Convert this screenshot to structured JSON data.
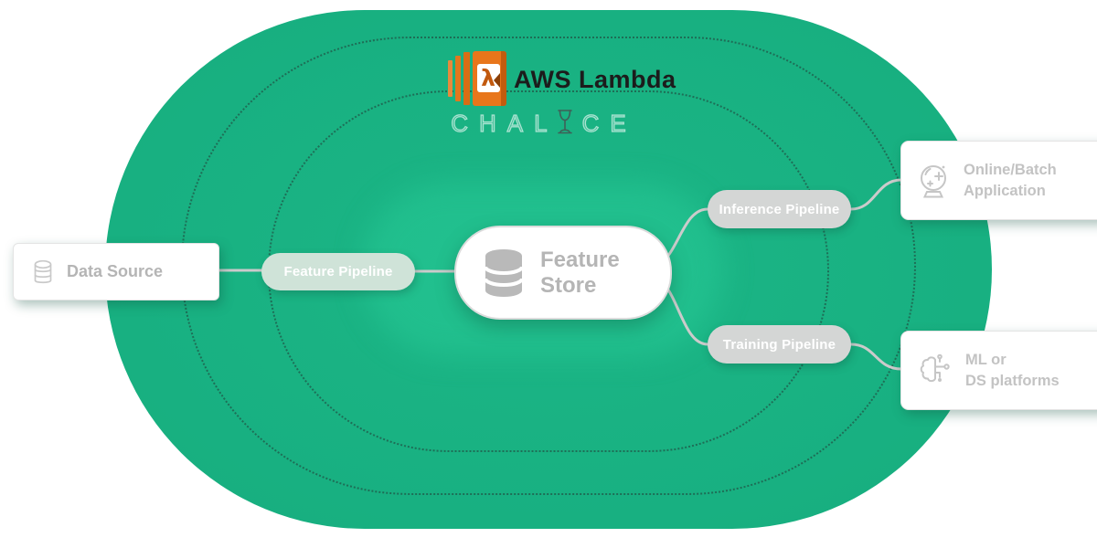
{
  "app": {
    "type": "architecture-diagram"
  },
  "header": {
    "aws_lambda": {
      "label": "AWS Lambda",
      "icon": "aws-lambda-icon",
      "lambda_glyph": "λ"
    },
    "chalice": {
      "left": "CHAL",
      "right": "CE",
      "icon": "chalice-goblet-icon"
    }
  },
  "nodes": {
    "data_source": {
      "label": "Data Source",
      "icon": "database-outline-icon"
    },
    "feature_pipeline": {
      "label": "Feature Pipeline"
    },
    "feature_store": {
      "line1": "Feature",
      "line2": "Store",
      "icon": "database-solid-icon"
    },
    "inference_pipeline": {
      "label": "Inference Pipeline"
    },
    "training_pipeline": {
      "label": "Training Pipeline"
    },
    "online_batch_application": {
      "line1": "Online/Batch",
      "line2": "Application",
      "icon": "crystal-ball-icon"
    },
    "ml_ds_platforms": {
      "line1": "ML or",
      "line2": "DS platforms",
      "icon": "brain-circuit-icon"
    }
  },
  "colors": {
    "canvas_green": "#18b081",
    "inner_glow_green": "#26c896",
    "ring_dot": "#224a40",
    "node_text_gray": "#b5b5b5",
    "pill_mint": "#cfe3d8",
    "pill_gray": "#d4d6d5",
    "pill_text": "#ffffff",
    "connector": "#cbcbcb",
    "aws_orange": "#e8751c",
    "title_text": "#1c1c1c"
  }
}
